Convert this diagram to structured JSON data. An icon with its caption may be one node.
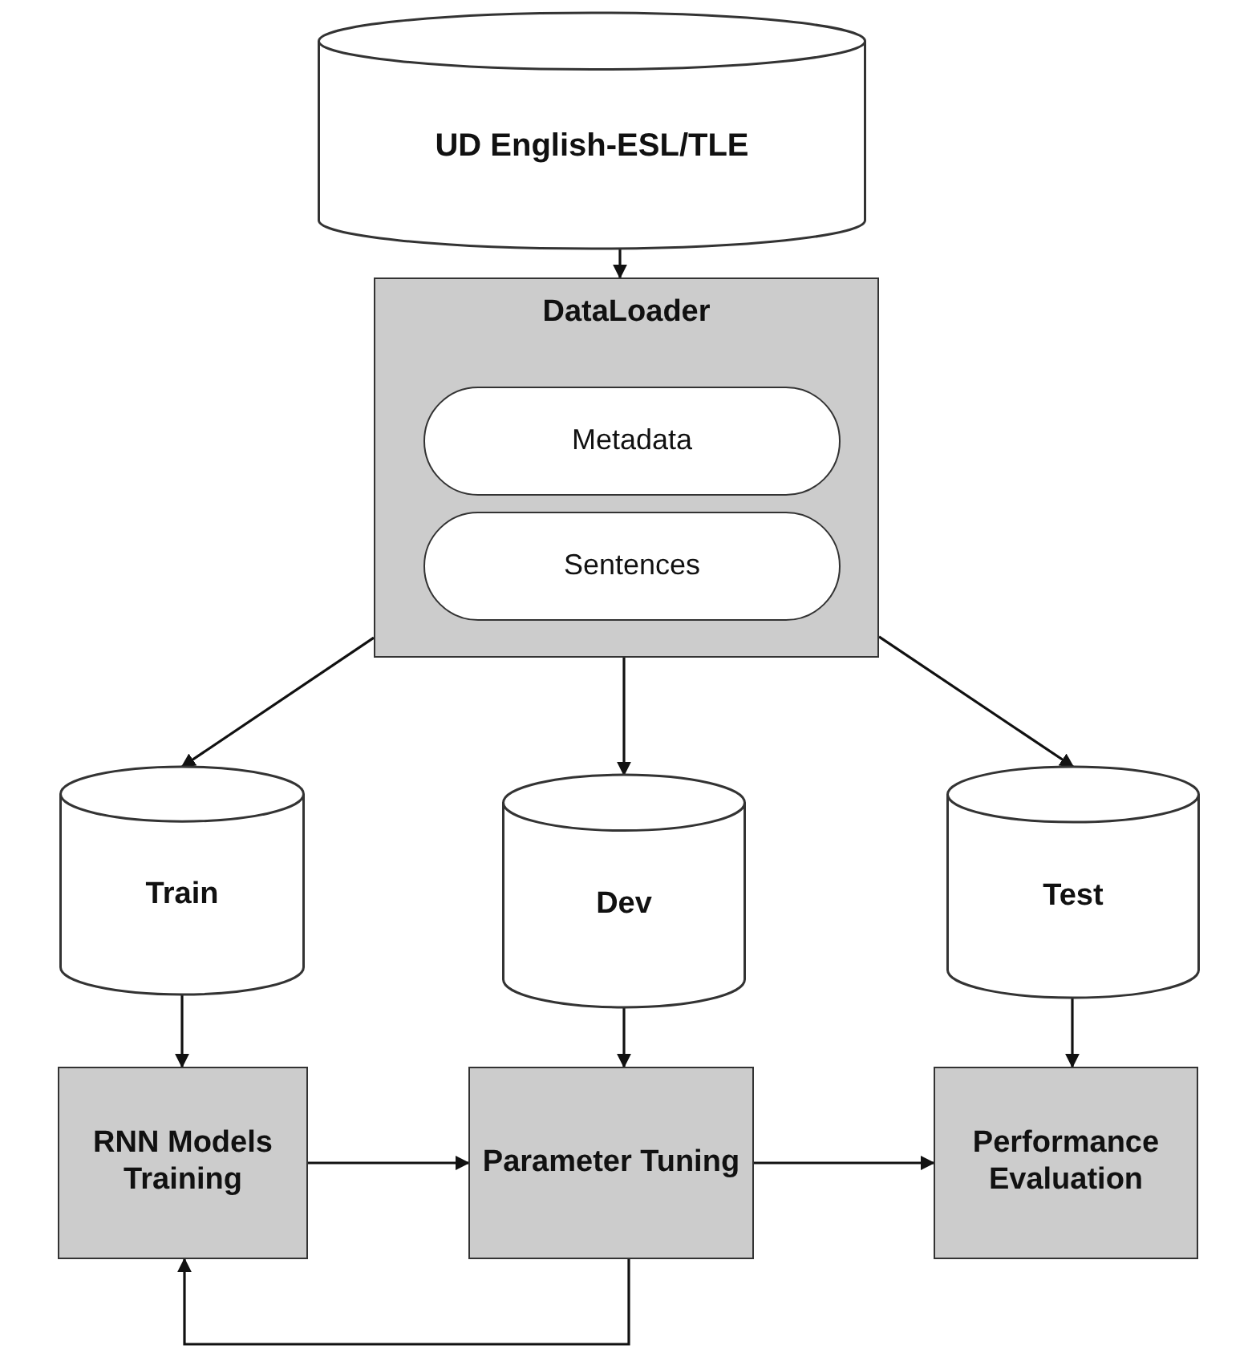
{
  "diagram": {
    "nodes": [
      {
        "text": [
          "UD English-ESL/TLE"
        ]
      },
      {
        "text": [
          "DataLoader"
        ]
      },
      {
        "text": [
          "Metadata"
        ],
        "in": 1
      },
      {
        "text": [
          "Sentences"
        ],
        "in": 1
      },
      {
        "text": [
          "Train"
        ]
      },
      {
        "text": [
          "Dev"
        ]
      },
      {
        "text": [
          "Test"
        ]
      },
      {
        "text": [
          "RNN Models Training"
        ]
      },
      {
        "text": [
          "Parameter Tuning"
        ]
      },
      {
        "text": [
          "Performance Evaluation"
        ]
      }
    ],
    "edges": [
      {
        "from": 0,
        "to": 1,
        "arrow": "to"
      },
      {
        "from": 1,
        "to": 4,
        "arrow": "to"
      },
      {
        "from": 1,
        "to": 5,
        "arrow": "to"
      },
      {
        "from": 1,
        "to": 6,
        "arrow": "to"
      },
      {
        "from": 4,
        "to": 7,
        "arrow": "to"
      },
      {
        "from": 5,
        "to": 8,
        "arrow": "to"
      },
      {
        "from": 6,
        "to": 9,
        "arrow": "to"
      },
      {
        "from": 7,
        "to": 8,
        "arrow": "to"
      },
      {
        "from": 8,
        "to": 9,
        "arrow": "to"
      },
      {
        "from": 8,
        "to": 7,
        "arrow": "to"
      }
    ]
  }
}
